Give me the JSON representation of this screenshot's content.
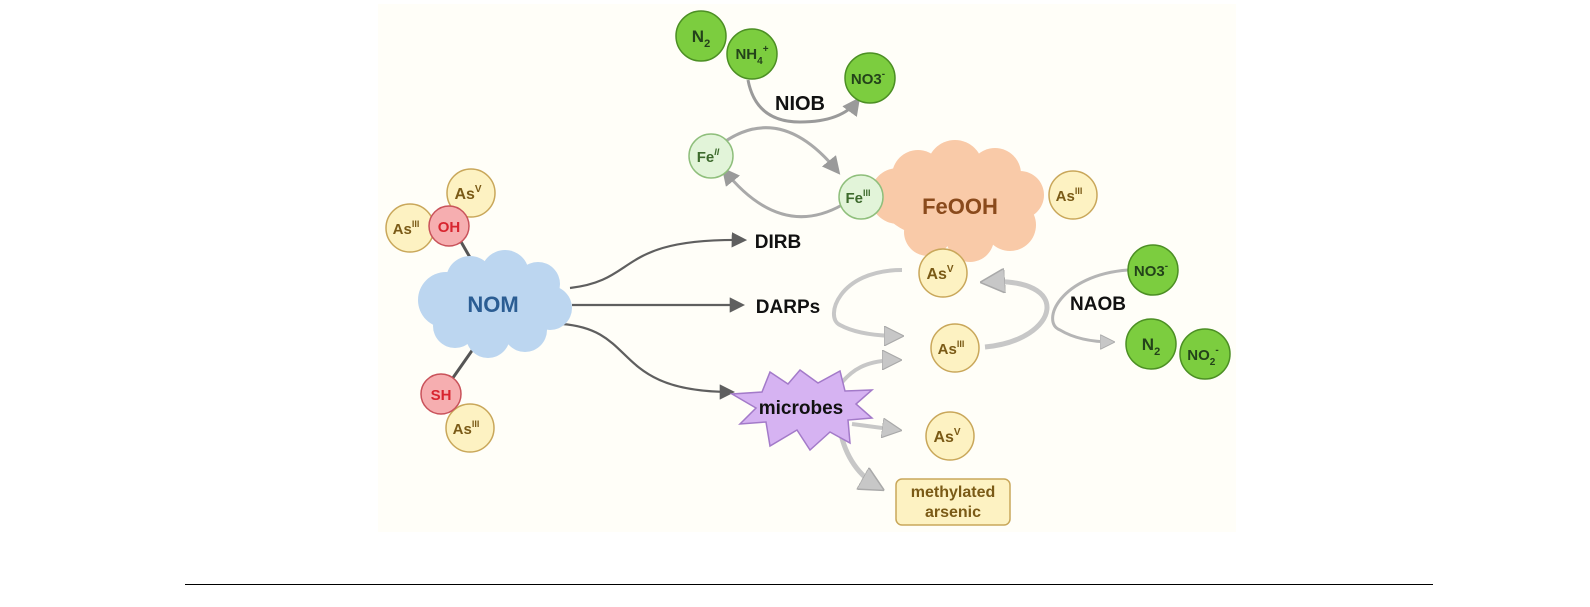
{
  "colors": {
    "panel_bg": "#fffef8",
    "green_fill": "#7ccd3f",
    "green_stroke": "#4c8f24",
    "green_text": "#23421a",
    "light_green_fill": "#e2f4d9",
    "light_green_stroke": "#8fbf7c",
    "light_green_text": "#3d6a2d",
    "yellow_fill": "#fdf2c2",
    "yellow_stroke": "#c9a75a",
    "yellow_text": "#7a5a16",
    "red_fill": "#f6aeb0",
    "red_stroke": "#c9525a",
    "red_text": "#d8252f",
    "cloud_blue_fill": "#bcd6f0",
    "cloud_blue_text": "#2b5d93",
    "cloud_orange_fill": "#f9caa8",
    "cloud_orange_text": "#8a4a1c",
    "star_fill": "#d6b3f2",
    "star_stroke": "#a37ac9",
    "arrow_dark": "#5f5f5f",
    "arrow_light": "#c7c7c7",
    "label_text": "#111111"
  },
  "nodes": {
    "n2_top": {
      "base": "N",
      "sub": "2",
      "sup": ""
    },
    "nh4": {
      "base": "NH",
      "sub": "4",
      "sup": "+"
    },
    "no3_top": {
      "base": "NO3",
      "sub": "",
      "sup": "-"
    },
    "fe2": {
      "base": "Fe",
      "sub": "",
      "sup": "II"
    },
    "fe3": {
      "base": "Fe",
      "sub": "",
      "sup": "III"
    },
    "as3_feooh": {
      "base": "As",
      "sub": "",
      "sup": "III"
    },
    "as5_nom": {
      "base": "As",
      "sub": "",
      "sup": "V"
    },
    "as3_nom": {
      "base": "As",
      "sub": "",
      "sup": "III"
    },
    "oh": {
      "base": "OH",
      "sub": "",
      "sup": ""
    },
    "sh": {
      "base": "SH",
      "sub": "",
      "sup": ""
    },
    "as3_sh": {
      "base": "As",
      "sub": "",
      "sup": "III"
    },
    "as5_mid": {
      "base": "As",
      "sub": "",
      "sup": "V"
    },
    "as3_mid": {
      "base": "As",
      "sub": "",
      "sup": "III"
    },
    "as5_low": {
      "base": "As",
      "sub": "",
      "sup": "V"
    },
    "no3_right": {
      "base": "NO3",
      "sub": "",
      "sup": "-"
    },
    "n2_right": {
      "base": "N",
      "sub": "2",
      "sup": ""
    },
    "no2": {
      "base": "NO",
      "sub": "2",
      "sup": "-"
    }
  },
  "labels": {
    "niob": "NIOB",
    "dirb": "DIRB",
    "darps": "DARPs",
    "naob": "NAOB",
    "nom": "NOM",
    "feooh": "FeOOH",
    "microbes": "microbes",
    "methylated_line1": "methylated",
    "methylated_line2": "arsenic"
  }
}
